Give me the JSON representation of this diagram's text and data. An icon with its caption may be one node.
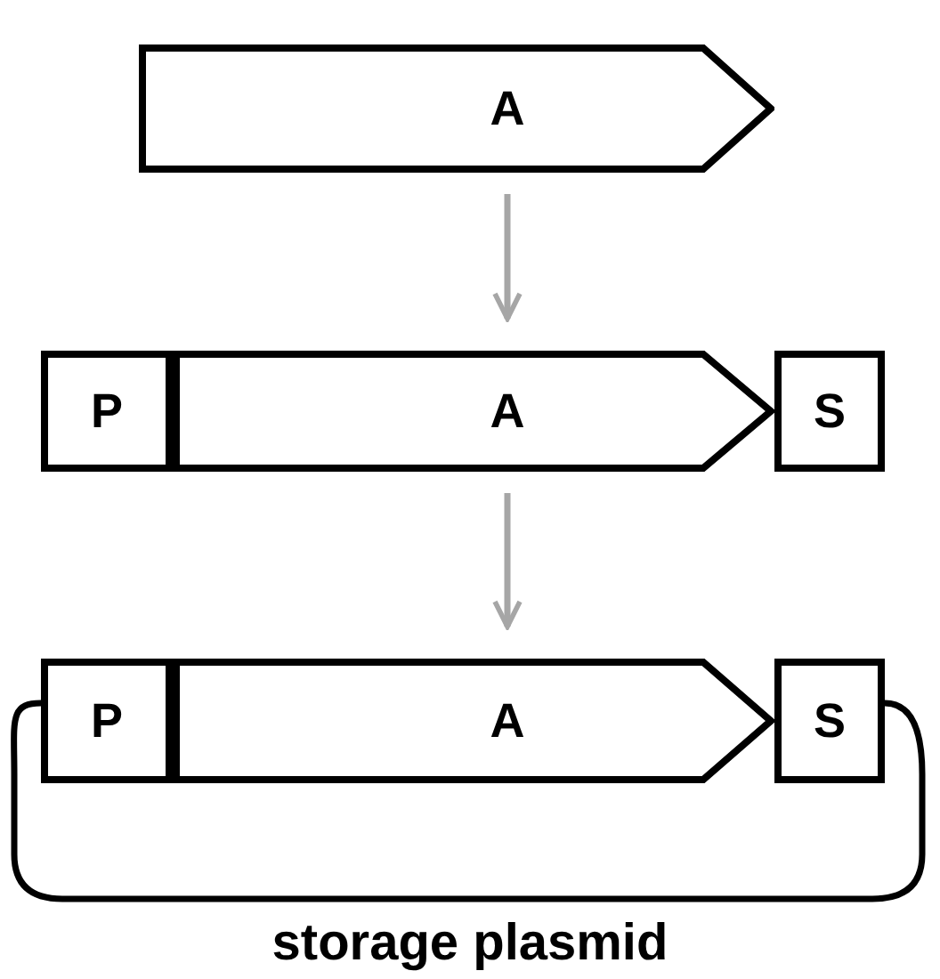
{
  "diagram": {
    "nodes": [
      {
        "text": [
          "A"
        ]
      },
      {
        "text": [
          "P"
        ]
      },
      {
        "text": [
          "A"
        ]
      },
      {
        "text": [
          "S"
        ]
      },
      {
        "text": [
          "P"
        ]
      },
      {
        "text": [
          "A"
        ]
      },
      {
        "text": [
          "S"
        ]
      }
    ],
    "edges": [
      {
        "from": 0,
        "to": 2,
        "arrow": "to",
        "color": "#a6a6a6"
      },
      {
        "from": 2,
        "to": 5,
        "arrow": "to",
        "color": "#a6a6a6"
      },
      {
        "from": 4,
        "to": 6,
        "arrow": "none",
        "color": "#000000"
      }
    ],
    "labels": [
      "storage plasmid"
    ]
  }
}
